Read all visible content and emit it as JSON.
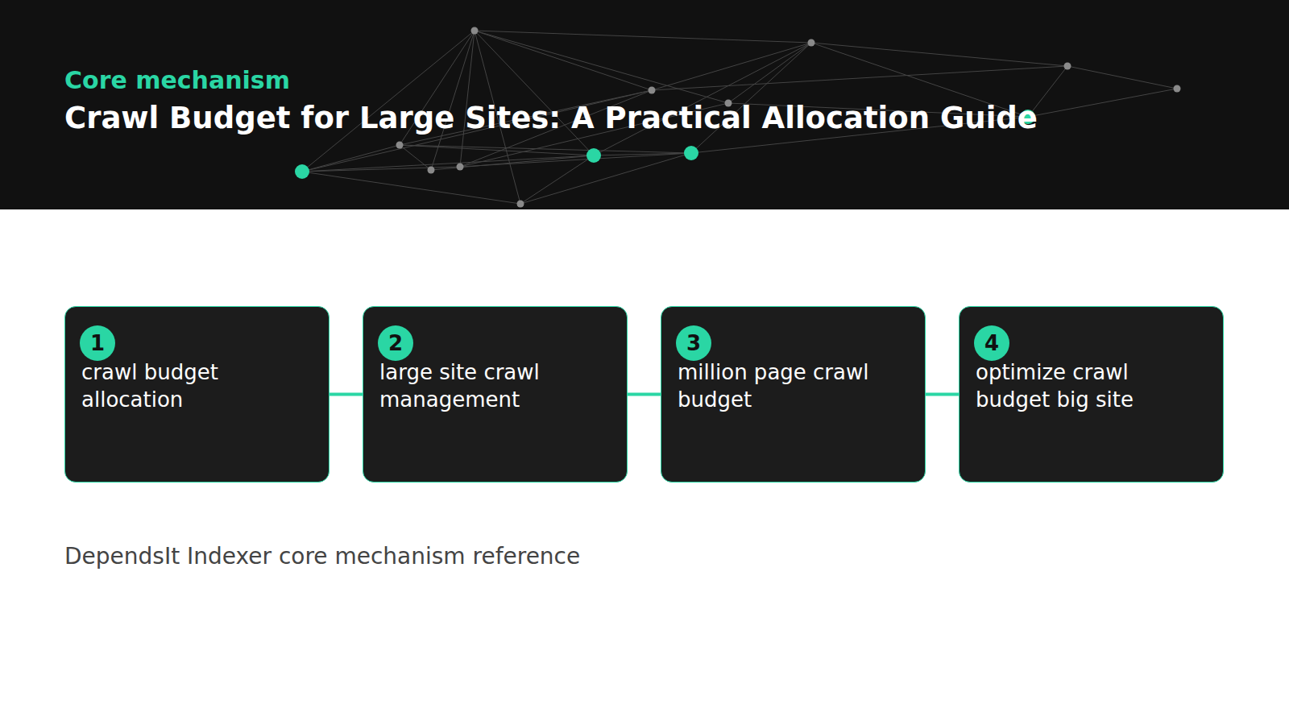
{
  "diagram": {
    "title": "Crawl Budget for Large Sites: A Practical Allocation Guide",
    "caption": "DependsIt Indexer core mechanism reference",
    "nodes": [
      {
        "text": [
          "1",
          "crawl budget allocation"
        ]
      },
      {
        "text": [
          "2",
          "large site crawl management"
        ]
      },
      {
        "text": [
          "3",
          "million page crawl budget"
        ]
      },
      {
        "text": [
          "4",
          "optimize crawl budget big site"
        ]
      }
    ],
    "edges": [
      {
        "from": 0,
        "to": 1,
        "arrow": "none"
      },
      {
        "from": 1,
        "to": 2,
        "arrow": "none"
      },
      {
        "from": 2,
        "to": 3,
        "arrow": "none"
      }
    ],
    "labels": [
      "Core mechanism"
    ]
  }
}
